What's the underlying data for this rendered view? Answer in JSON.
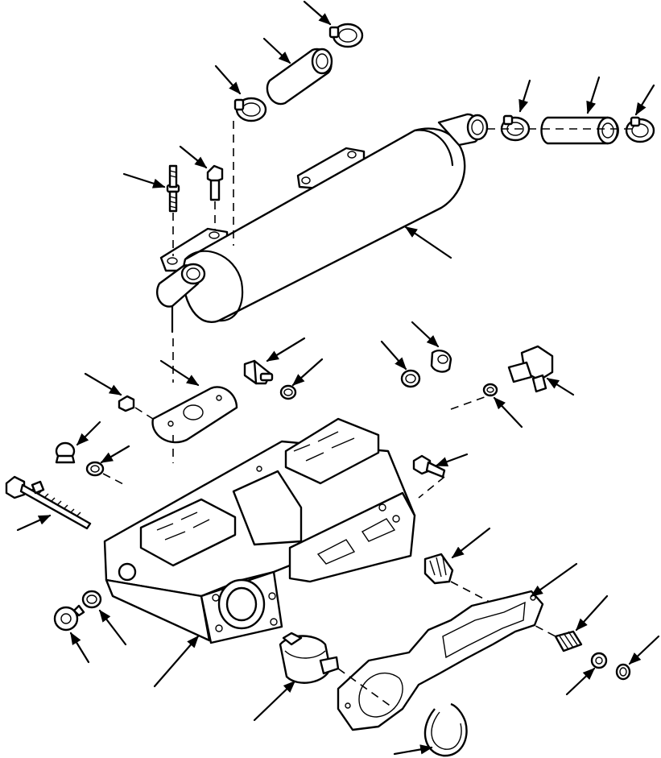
{
  "diagram": {
    "type": "exploded-parts-illustration",
    "colors": {
      "line": "#000000",
      "background": "#ffffff"
    },
    "parts": [
      {
        "name": "hose-clamp-top",
        "callout": "arrow"
      },
      {
        "name": "hose-upper",
        "callout": "arrow"
      },
      {
        "name": "hose-clamp-left",
        "callout": "arrow"
      },
      {
        "name": "hose-clamp-right-a",
        "callout": "arrow"
      },
      {
        "name": "hose-right",
        "callout": "arrow"
      },
      {
        "name": "hose-clamp-right-b",
        "callout": "arrow"
      },
      {
        "name": "stud-bolt",
        "callout": "arrow"
      },
      {
        "name": "cap-screw",
        "callout": "arrow"
      },
      {
        "name": "cooler-cylinder",
        "callout": "arrow"
      },
      {
        "name": "gasket-plate",
        "callout": "arrow"
      },
      {
        "name": "set-screw",
        "callout": "arrow"
      },
      {
        "name": "plug-left",
        "callout": "arrow"
      },
      {
        "name": "o-ring-left",
        "callout": "arrow"
      },
      {
        "name": "adjusting-bolt",
        "callout": "arrow"
      },
      {
        "name": "fitting-center",
        "callout": "arrow"
      },
      {
        "name": "o-ring-center",
        "callout": "arrow"
      },
      {
        "name": "plug-center",
        "callout": "arrow"
      },
      {
        "name": "o-ring-center-b",
        "callout": "arrow"
      },
      {
        "name": "elbow-fitting",
        "callout": "arrow"
      },
      {
        "name": "o-ring-right",
        "callout": "arrow"
      },
      {
        "name": "valve-housing",
        "callout": "arrow"
      },
      {
        "name": "bolt-right",
        "callout": "arrow"
      },
      {
        "name": "filter-element",
        "callout": "arrow"
      },
      {
        "name": "housing-gasket",
        "callout": "arrow"
      },
      {
        "name": "spring",
        "callout": "arrow"
      },
      {
        "name": "washer",
        "callout": "arrow"
      },
      {
        "name": "snap-ring-small",
        "callout": "arrow"
      },
      {
        "name": "plug-bottom",
        "callout": "arrow"
      },
      {
        "name": "o-ring-bottom",
        "callout": "arrow"
      },
      {
        "name": "thermostat-valve",
        "callout": "arrow"
      },
      {
        "name": "snap-ring-large",
        "callout": "arrow"
      }
    ]
  }
}
